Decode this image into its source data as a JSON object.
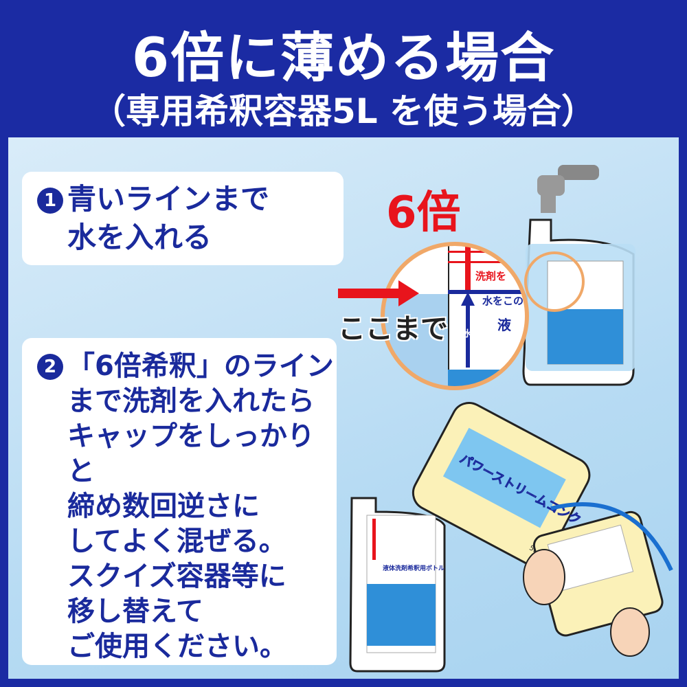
{
  "header": {
    "title": "6倍に薄める場合",
    "subtitle": "（専用希釈容器5L を使う場合）"
  },
  "step1": {
    "number": "1",
    "lines": [
      "青いラインまで",
      "水を入れる"
    ]
  },
  "step2": {
    "number": "2",
    "lines": [
      "「6倍希釈」のライン",
      "まで洗剤を入れたら",
      "キャップをしっかりと",
      "締め数回逆さに",
      "してよく混ぜる。",
      "スクイズ容器等に",
      "移し替えて",
      "ご使用ください。"
    ]
  },
  "illustration": {
    "ratio": "6倍",
    "pointer": "ここまで",
    "label_detergent": "洗剤を",
    "label_water_line": "水をこの",
    "label_water": "水",
    "label_liquid": "液",
    "product_name": "パワーストリームコンク",
    "bottle_label": "液体洗剤希釈用ボトル",
    "bottle_volume": "5L"
  },
  "colors": {
    "header": "#1b2ba3",
    "text": "#1a2a9c",
    "accent_red": "#e8141c",
    "magnifier": "#f0a868"
  }
}
